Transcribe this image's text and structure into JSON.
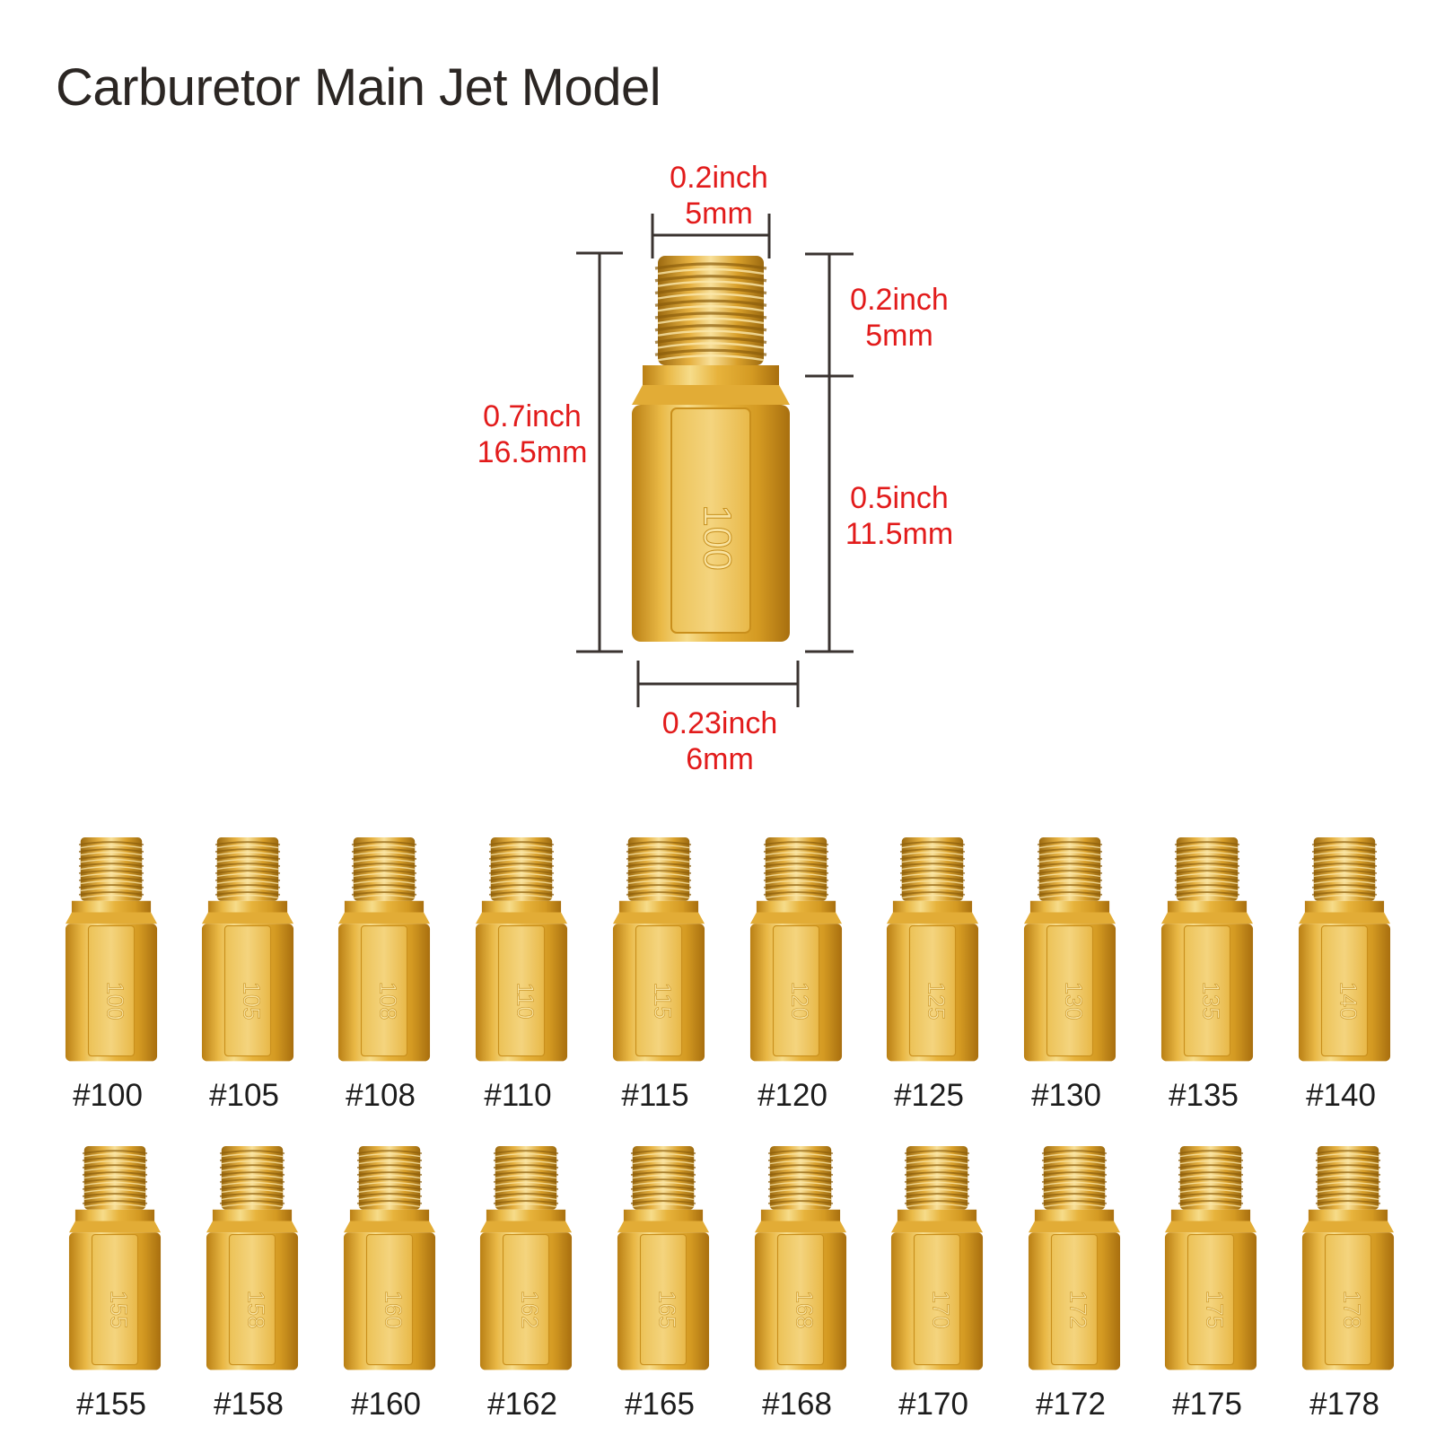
{
  "title": "Carburetor Main Jet Model",
  "colors": {
    "dimension_text": "#e21b1b",
    "dimension_line": "#3a3330",
    "brass_light": "#f3d27a",
    "brass_mid": "#e0a92e",
    "brass_dark": "#b97f14"
  },
  "main_jet": {
    "stamp": "100",
    "dimensions": {
      "thread_width": {
        "inch": "0.2inch",
        "mm": "5mm"
      },
      "thread_length": {
        "inch": "0.2inch",
        "mm": "5mm"
      },
      "total_length": {
        "inch": "0.7inch",
        "mm": "16.5mm"
      },
      "hex_length": {
        "inch": "0.5inch",
        "mm": "11.5mm"
      },
      "hex_width": {
        "inch": "0.23inch",
        "mm": "6mm"
      }
    }
  },
  "jets_row1": [
    {
      "stamp": "100",
      "label": "#100"
    },
    {
      "stamp": "105",
      "label": "#105"
    },
    {
      "stamp": "108",
      "label": "#108"
    },
    {
      "stamp": "110",
      "label": "#110"
    },
    {
      "stamp": "115",
      "label": "#115"
    },
    {
      "stamp": "120",
      "label": "#120"
    },
    {
      "stamp": "125",
      "label": "#125"
    },
    {
      "stamp": "130",
      "label": "#130"
    },
    {
      "stamp": "135",
      "label": "#135"
    },
    {
      "stamp": "140",
      "label": "#140"
    }
  ],
  "jets_row2": [
    {
      "stamp": "155",
      "label": "#155"
    },
    {
      "stamp": "158",
      "label": "#158"
    },
    {
      "stamp": "160",
      "label": "#160"
    },
    {
      "stamp": "162",
      "label": "#162"
    },
    {
      "stamp": "165",
      "label": "#165"
    },
    {
      "stamp": "168",
      "label": "#168"
    },
    {
      "stamp": "170",
      "label": "#170"
    },
    {
      "stamp": "172",
      "label": "#172"
    },
    {
      "stamp": "175",
      "label": "#175"
    },
    {
      "stamp": "178",
      "label": "#178"
    }
  ]
}
